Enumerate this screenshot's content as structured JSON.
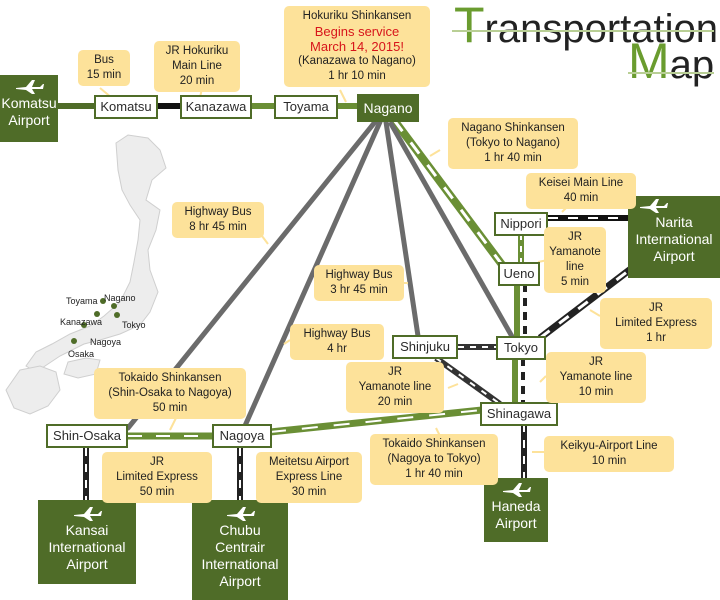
{
  "title": {
    "word1_cap": "T",
    "word1_rest": "ransportation",
    "word2_cap": "M",
    "word2_rest": "ap"
  },
  "stations": {
    "komatsu": "Komatsu",
    "kanazawa": "Kanazawa",
    "toyama": "Toyama",
    "nagano": "Nagano",
    "nippori": "Nippori",
    "ueno": "Ueno",
    "shinjuku": "Shinjuku",
    "tokyo": "Tokyo",
    "shinagawa": "Shinagawa",
    "shin_osaka": "Shin-Osaka",
    "nagoya": "Nagoya"
  },
  "airports": {
    "komatsu": [
      "Komatsu",
      "Airport"
    ],
    "narita": [
      "Narita",
      "International",
      "Airport"
    ],
    "haneda": [
      "Haneda",
      "Airport"
    ],
    "kansai": [
      "Kansai",
      "International",
      "Airport"
    ],
    "chubu": [
      "Chubu",
      "Centrair",
      "International",
      "Airport"
    ]
  },
  "notes": {
    "bus": [
      "Bus",
      "15 min"
    ],
    "jr_hokuriku": [
      "JR Hokuriku",
      "Main Line",
      "20 min"
    ],
    "hokuriku_shinkansen": {
      "line1": "Hokuriku Shinkansen",
      "red1": "Begins service",
      "red2": "March 14, 2015!",
      "line4": "(Kanazawa to Nagano)",
      "line5": "1 hr 10 min"
    },
    "nagano_shinkansen": [
      "Nagano Shinkansen",
      "(Tokyo to Nagano)",
      "1 hr 40 min"
    ],
    "keisei": [
      "Keisei Main Line",
      "40 min"
    ],
    "yamanote_ueno": [
      "JR",
      "Yamanote",
      "line",
      "5 min"
    ],
    "jr_limited_narita": [
      "JR",
      "Limited Express",
      "1 hr"
    ],
    "highway_bus_1": [
      "Highway Bus",
      "8 hr 45 min"
    ],
    "highway_bus_2": [
      "Highway Bus",
      "3 hr 45 min"
    ],
    "highway_bus_3": [
      "Highway Bus",
      "4 hr"
    ],
    "tokaido_osaka": [
      "Tokaido Shinkansen",
      "(Shin-Osaka to Nagoya)",
      "50 min"
    ],
    "yamanote_shinjuku": [
      "JR",
      "Yamanote line",
      "20 min"
    ],
    "yamanote_tokyo": [
      "JR",
      "Yamanote line",
      "10 min"
    ],
    "tokaido_tokyo": [
      "Tokaido Shinkansen",
      "(Nagoya to Tokyo)",
      "1 hr 40 min"
    ],
    "keikyu": [
      "Keikyu-Airport Line",
      "10 min"
    ],
    "jr_limited_kansai": [
      "JR",
      "Limited Express",
      "50 min"
    ],
    "meitetsu": [
      "Meitetsu Airport",
      "Express Line",
      "30 min"
    ]
  },
  "inset_cities": [
    "Toyama",
    "Nagano",
    "Kanazawa",
    "Tokyo",
    "Nagoya",
    "Osaka"
  ],
  "colors": {
    "green": "#4f6c28",
    "light_green": "#6a8f35",
    "note": "#fde29a",
    "red": "#d7151b",
    "track": "#555555"
  }
}
